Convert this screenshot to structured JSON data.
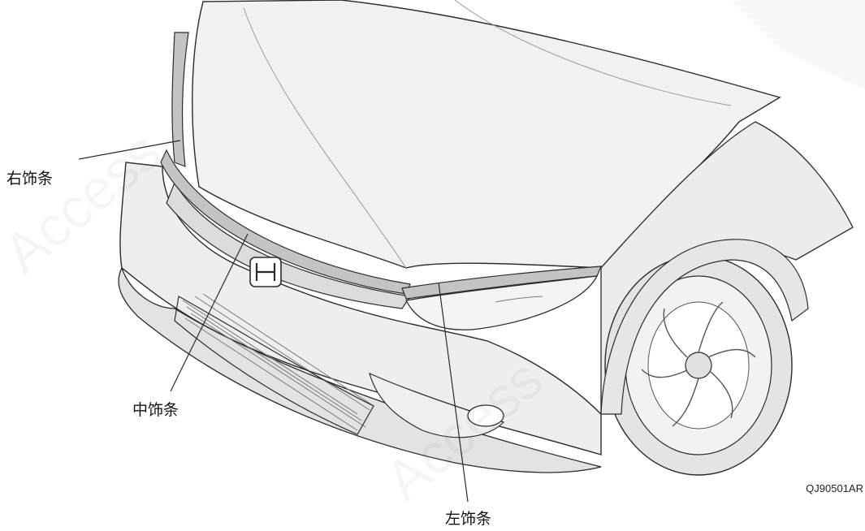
{
  "figure": {
    "labels": {
      "right_trim": "右饰条",
      "center_trim": "中饰条",
      "left_trim": "左饰条"
    },
    "figure_code": "QJ90501AR"
  },
  "colors": {
    "line": "#2b2b2b",
    "shade": "#e9e9e9",
    "trim": "#c4c4c4",
    "grille": "#7a7a7a"
  }
}
